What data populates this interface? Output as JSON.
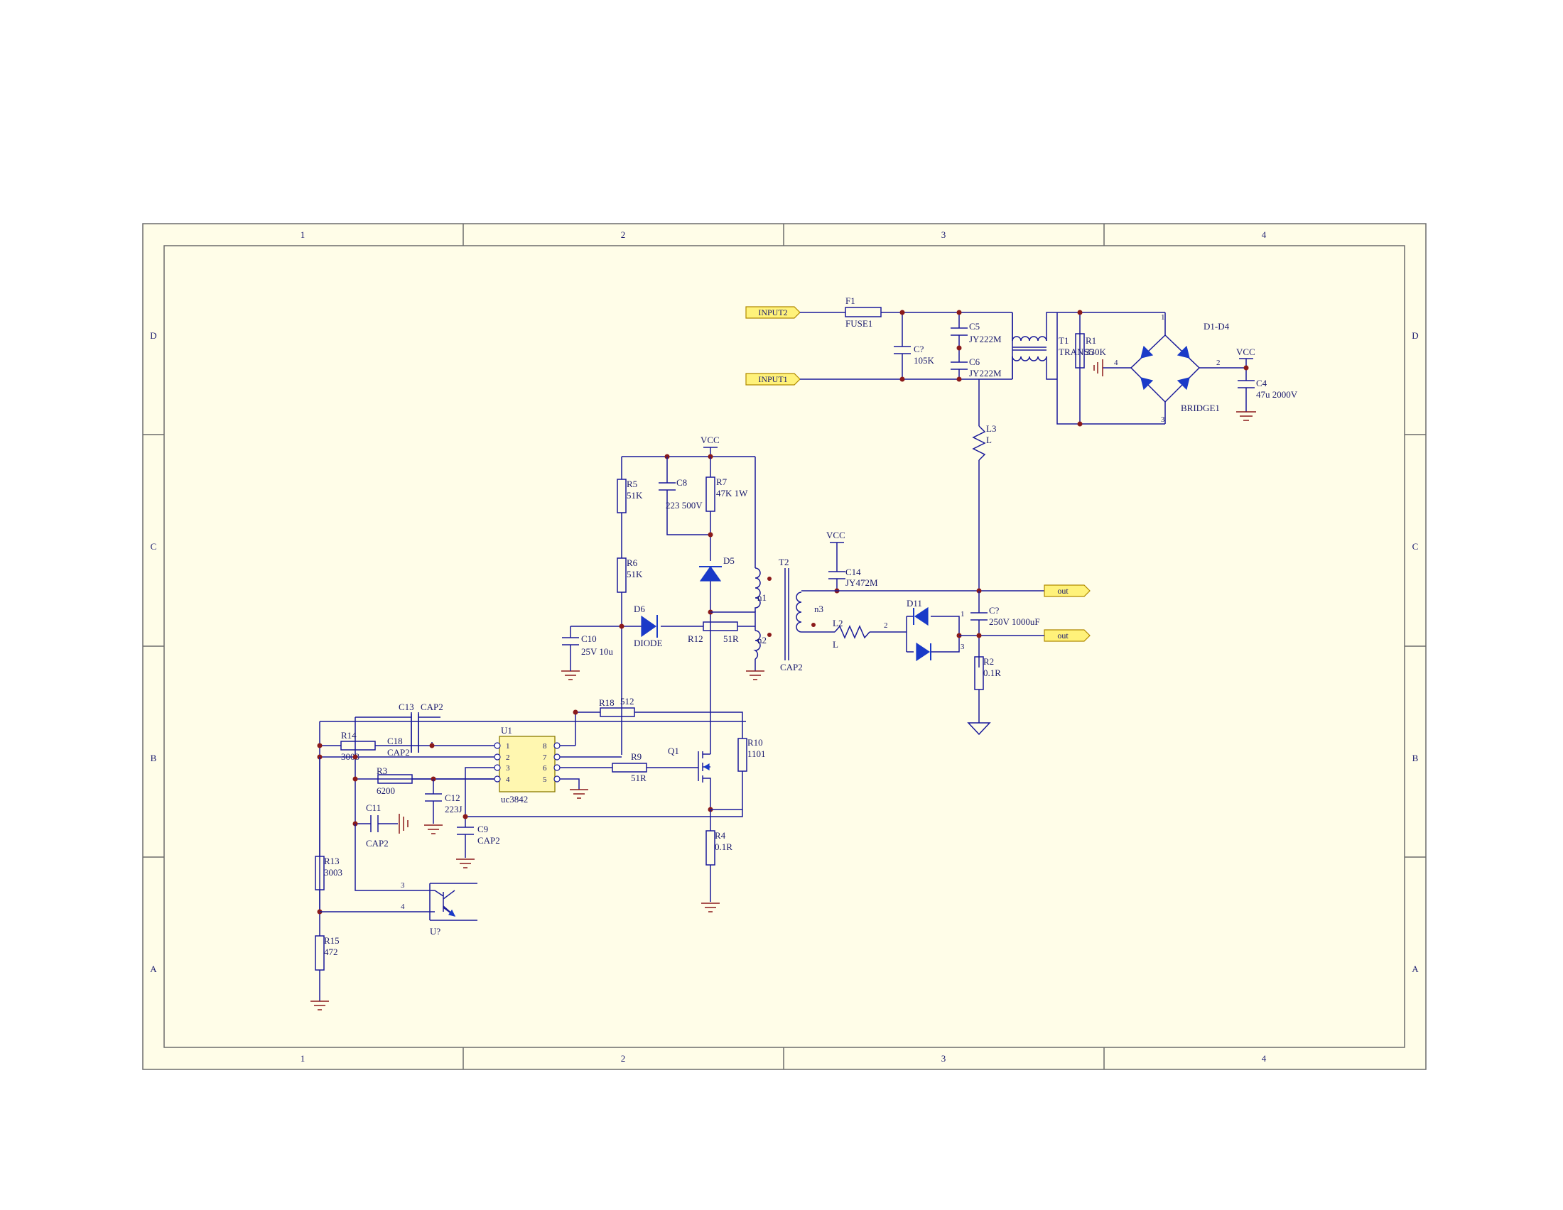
{
  "frame": {
    "cols": [
      "1",
      "2",
      "3",
      "4"
    ],
    "rows": [
      "D",
      "C",
      "B",
      "A"
    ]
  },
  "ports": {
    "input2": "INPUT2",
    "input1": "INPUT1",
    "out_top": "out",
    "out_bottom": "out"
  },
  "power": {
    "vcc_top": "VCC",
    "vcc_t2": "VCC",
    "vcc_c14": "VCC"
  },
  "labels": {
    "f1": "F1",
    "fuse1": "FUSE1",
    "c5": "C5",
    "c5_val": "JY222M",
    "c6": "C6",
    "c6_val": "JY222M",
    "cq": "C?",
    "cq_val": "105K",
    "t1": "T1",
    "t1_val": "TRANS5",
    "r1": "R1",
    "r1_val": "330K",
    "d1d4": "D1-D4",
    "bridge": "BRIDGE1",
    "c4": "C4",
    "c4_val": "47u 2000V",
    "l3": "L3",
    "l3_val": "L",
    "r5": "R5",
    "r5_val": "51K",
    "r6": "R6",
    "r6_val": "51K",
    "c8": "C8",
    "c8_val": "223 500V",
    "r7": "R7",
    "r7_val": "47K 1W",
    "d5": "D5",
    "d6": "D6",
    "d6_val": "DIODE",
    "c10": "C10",
    "c10_val": "25V 10u",
    "r12": "R12",
    "r12_val": "51R",
    "t2": "T2",
    "n1": "n1",
    "n2": "n2",
    "n3": "n3",
    "t2_val": "CAP2",
    "c14": "C14",
    "c14_val": "JY472M",
    "l2": "L2",
    "l2_val": "L",
    "d11": "D11",
    "c7b": "C?",
    "c7b_val": "250V 1000uF",
    "r2": "R2",
    "r2_val": "0.1R",
    "c13": "C13",
    "c13_val": "CAP2",
    "r18": "R18",
    "r18_val": "512",
    "r14": "R14",
    "r14_val": "3003",
    "c18": "C18",
    "c18_val": "CAP2",
    "u1": "U1",
    "u1_val": "uc3842",
    "r3": "R3",
    "r3_val": "6200",
    "c12": "C12",
    "c12_val": "223J",
    "c11": "C11",
    "c11_val": "CAP2",
    "c9": "C9",
    "c9_val": "CAP2",
    "r9": "R9",
    "r9_val": "51R",
    "q1": "Q1",
    "r10": "R10",
    "r10_val": "1101",
    "r4": "R4",
    "r4_val": "0.1R",
    "r13": "R13",
    "r13_val": "3003",
    "r15": "R15",
    "r15_val": "472",
    "uq": "U?"
  },
  "pins": {
    "p1": "1",
    "p2": "2",
    "p3": "3",
    "p4": "4",
    "p5": "5",
    "p6": "6",
    "p7": "7",
    "p8": "8",
    "br4": "4",
    "br2": "2",
    "br1": "1",
    "br3": "3",
    "d11_1": "1",
    "d11_2": "2",
    "d11_3": "3",
    "opto3": "3",
    "opto4": "4"
  },
  "colors": {
    "sheet": "#fffde8",
    "wire": "#1a1a9a",
    "junction": "#8b1a1a",
    "port_fill": "#fff27a",
    "chip_fill": "#fff7b0"
  }
}
